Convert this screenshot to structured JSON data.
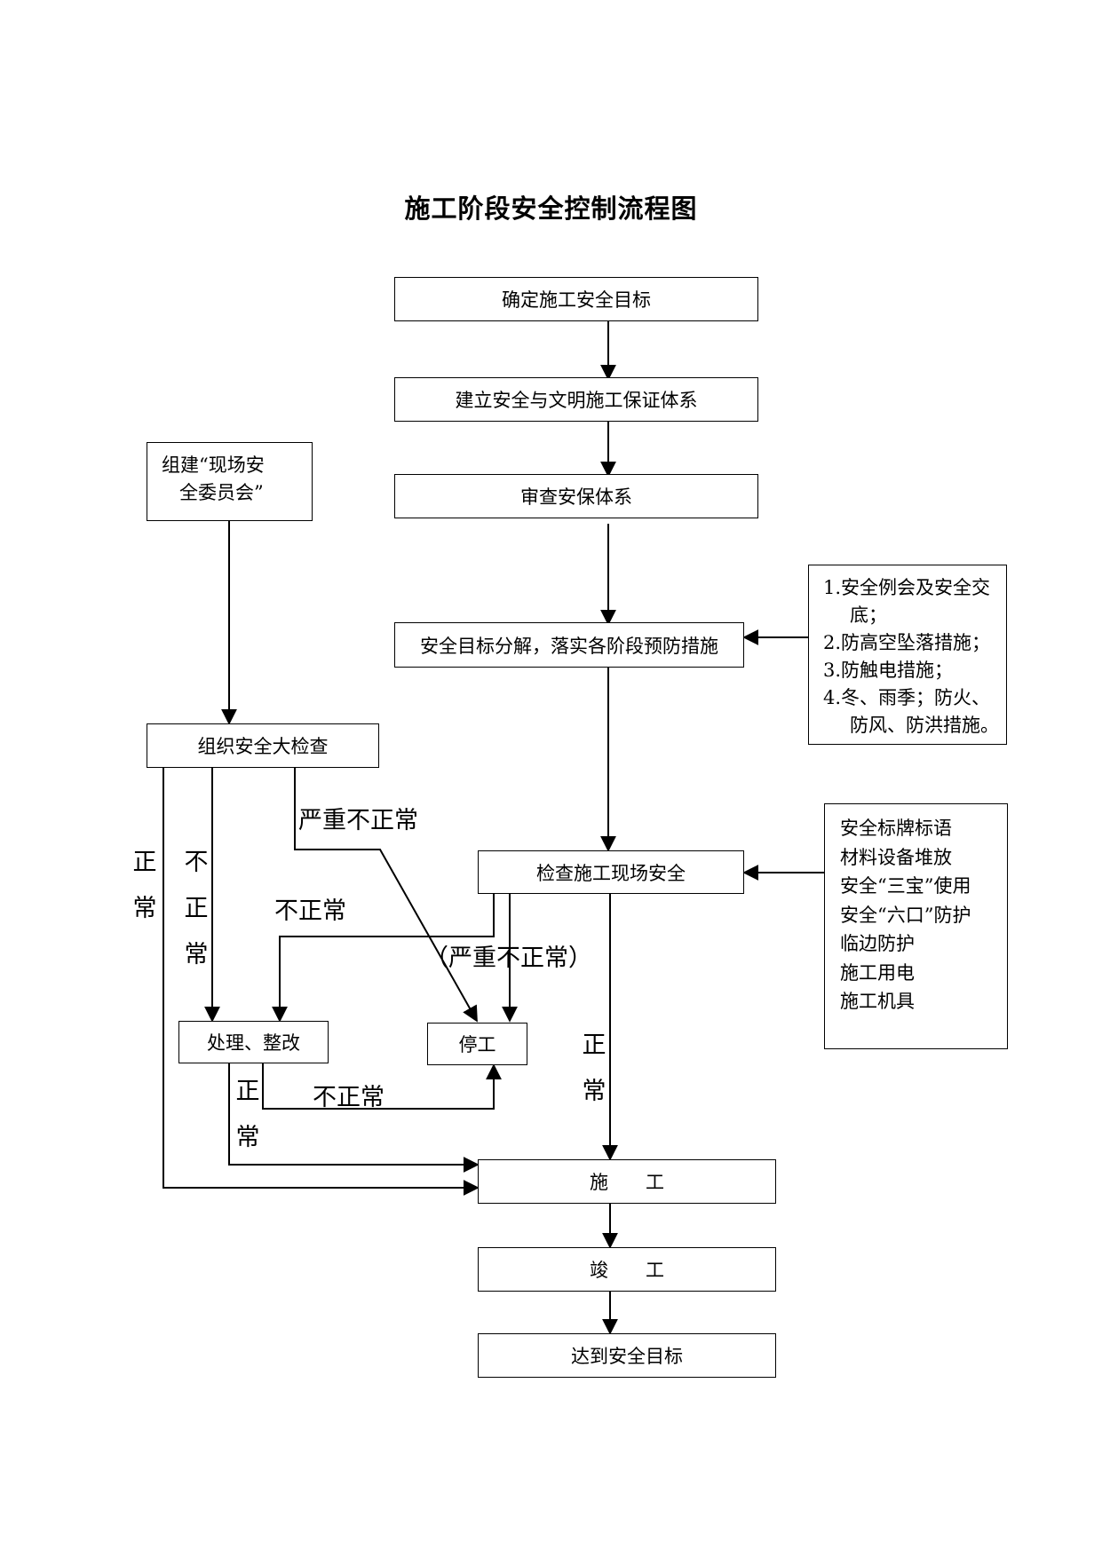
{
  "title": "施工阶段安全控制流程图",
  "boxes": {
    "goal": "确定施工安全目标",
    "system": "建立安全与文明施工保证体系",
    "review": "审查安保体系",
    "decompose": "安全目标分解，落实各阶段预防措施",
    "inspect_big": "组织安全大检查",
    "inspect_site": "检查施工现场安全",
    "fix": "处理、整改",
    "stop": "停工",
    "build": "施　　工",
    "finish": "竣　　工",
    "reach": "达到安全目标"
  },
  "committee": [
    "组建“现场安",
    "全委员会”"
  ],
  "measures": [
    "1.安全例会及安全交",
    "底；",
    "2.防高空坠落措施；",
    "3.防触电措施；",
    "4.冬、雨季；防火、",
    "防风、防洪措施。"
  ],
  "site_items": [
    "安全标牌标语",
    "材料设备堆放",
    "安全“三宝”使用",
    "安全“六口”防护",
    "临边防护",
    "施工用电",
    "施工机具"
  ],
  "labels": {
    "serious_abnormal": "严重不正常",
    "serious_abnormal_paren": "（严重不正常）",
    "abnormal_1": "不正常",
    "abnormal_2": "不正常",
    "normal_left": [
      "正",
      "常"
    ],
    "abnormal_vert": [
      "不",
      "正",
      "常"
    ],
    "normal_fix": [
      "正",
      "常"
    ],
    "normal_site": [
      "正",
      "常"
    ]
  }
}
